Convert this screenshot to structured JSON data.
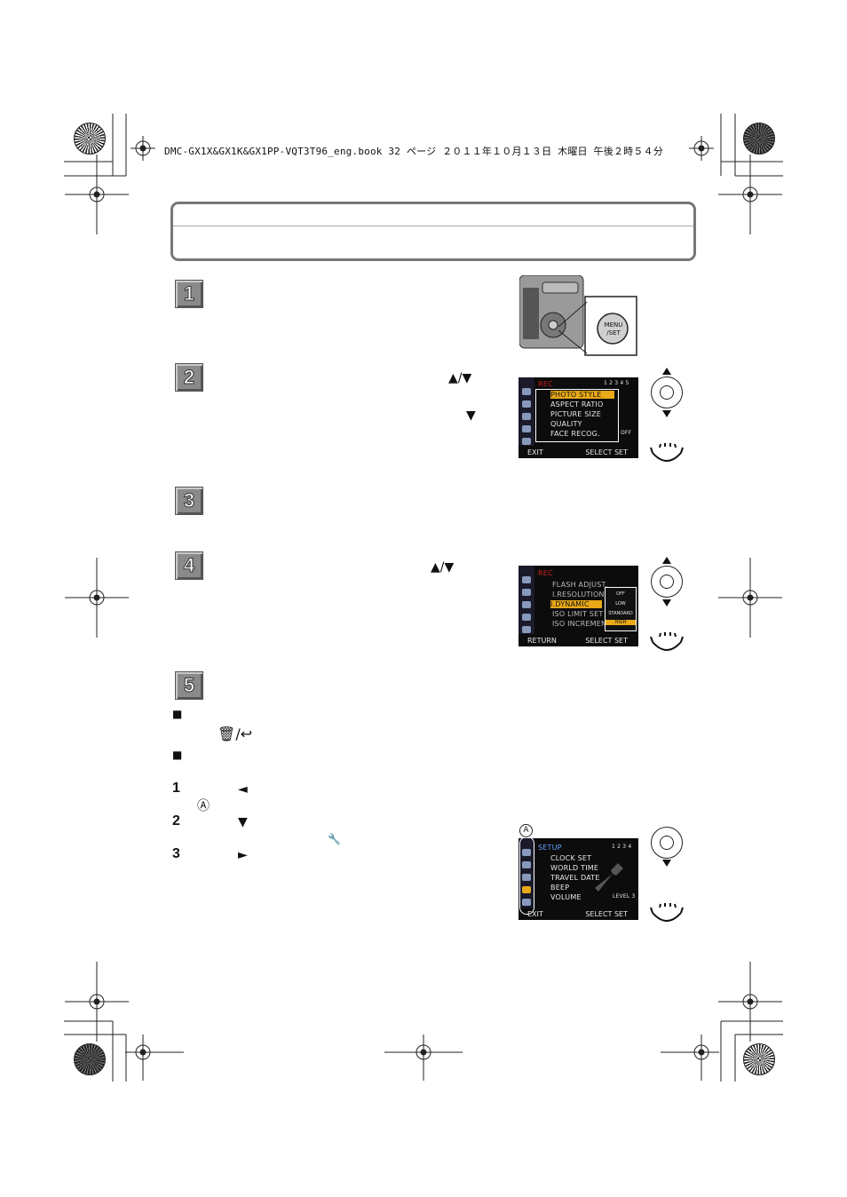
{
  "header": {
    "file_line": "DMC-GX1X&GX1K&GX1PP-VQT3T96_eng.book  32 ページ  ２０１１年１０月１３日  木曜日  午後２時５４分"
  },
  "steps": [
    "1",
    "2",
    "3",
    "4",
    "5"
  ],
  "glyphs": {
    "up_down": "▲/▼",
    "down": "▼",
    "left": "◄",
    "right": "►",
    "bullet": "■",
    "circle_a": "Ⓐ",
    "trash_return": "🗑/↩",
    "wrench": "🔧"
  },
  "sub_steps": [
    "1",
    "2",
    "3"
  ],
  "camera": {
    "button_label_1": "MENU",
    "button_label_2": "/SET"
  },
  "rec_menu": {
    "tab": "REC",
    "page": "1 2 3 4 5",
    "items": [
      "PHOTO STYLE",
      "ASPECT RATIO",
      "PICTURE SIZE",
      "QUALITY",
      "FACE RECOG."
    ],
    "values": [
      "",
      "",
      "",
      "",
      "OFF"
    ],
    "footer_left": "EXIT",
    "footer_right": "SELECT SET"
  },
  "rec_menu_2": {
    "tab": "REC",
    "items": [
      "FLASH ADJUST.",
      "I.RESOLUTION",
      "I.DYNAMIC",
      "ISO LIMIT SET",
      "ISO INCREMENT"
    ],
    "options": [
      "OFF",
      "LOW",
      "STANDARD",
      "HIGH"
    ],
    "footer_left": "RETURN",
    "footer_right": "SELECT SET"
  },
  "setup_menu": {
    "label": "A",
    "tab": "SETUP",
    "page": "1 2 3 4",
    "items": [
      "CLOCK SET",
      "WORLD TIME",
      "TRAVEL DATE",
      "BEEP",
      "VOLUME"
    ],
    "volume_value": "LEVEL 3",
    "footer_left": "EXIT",
    "footer_right": "SELECT SET"
  }
}
